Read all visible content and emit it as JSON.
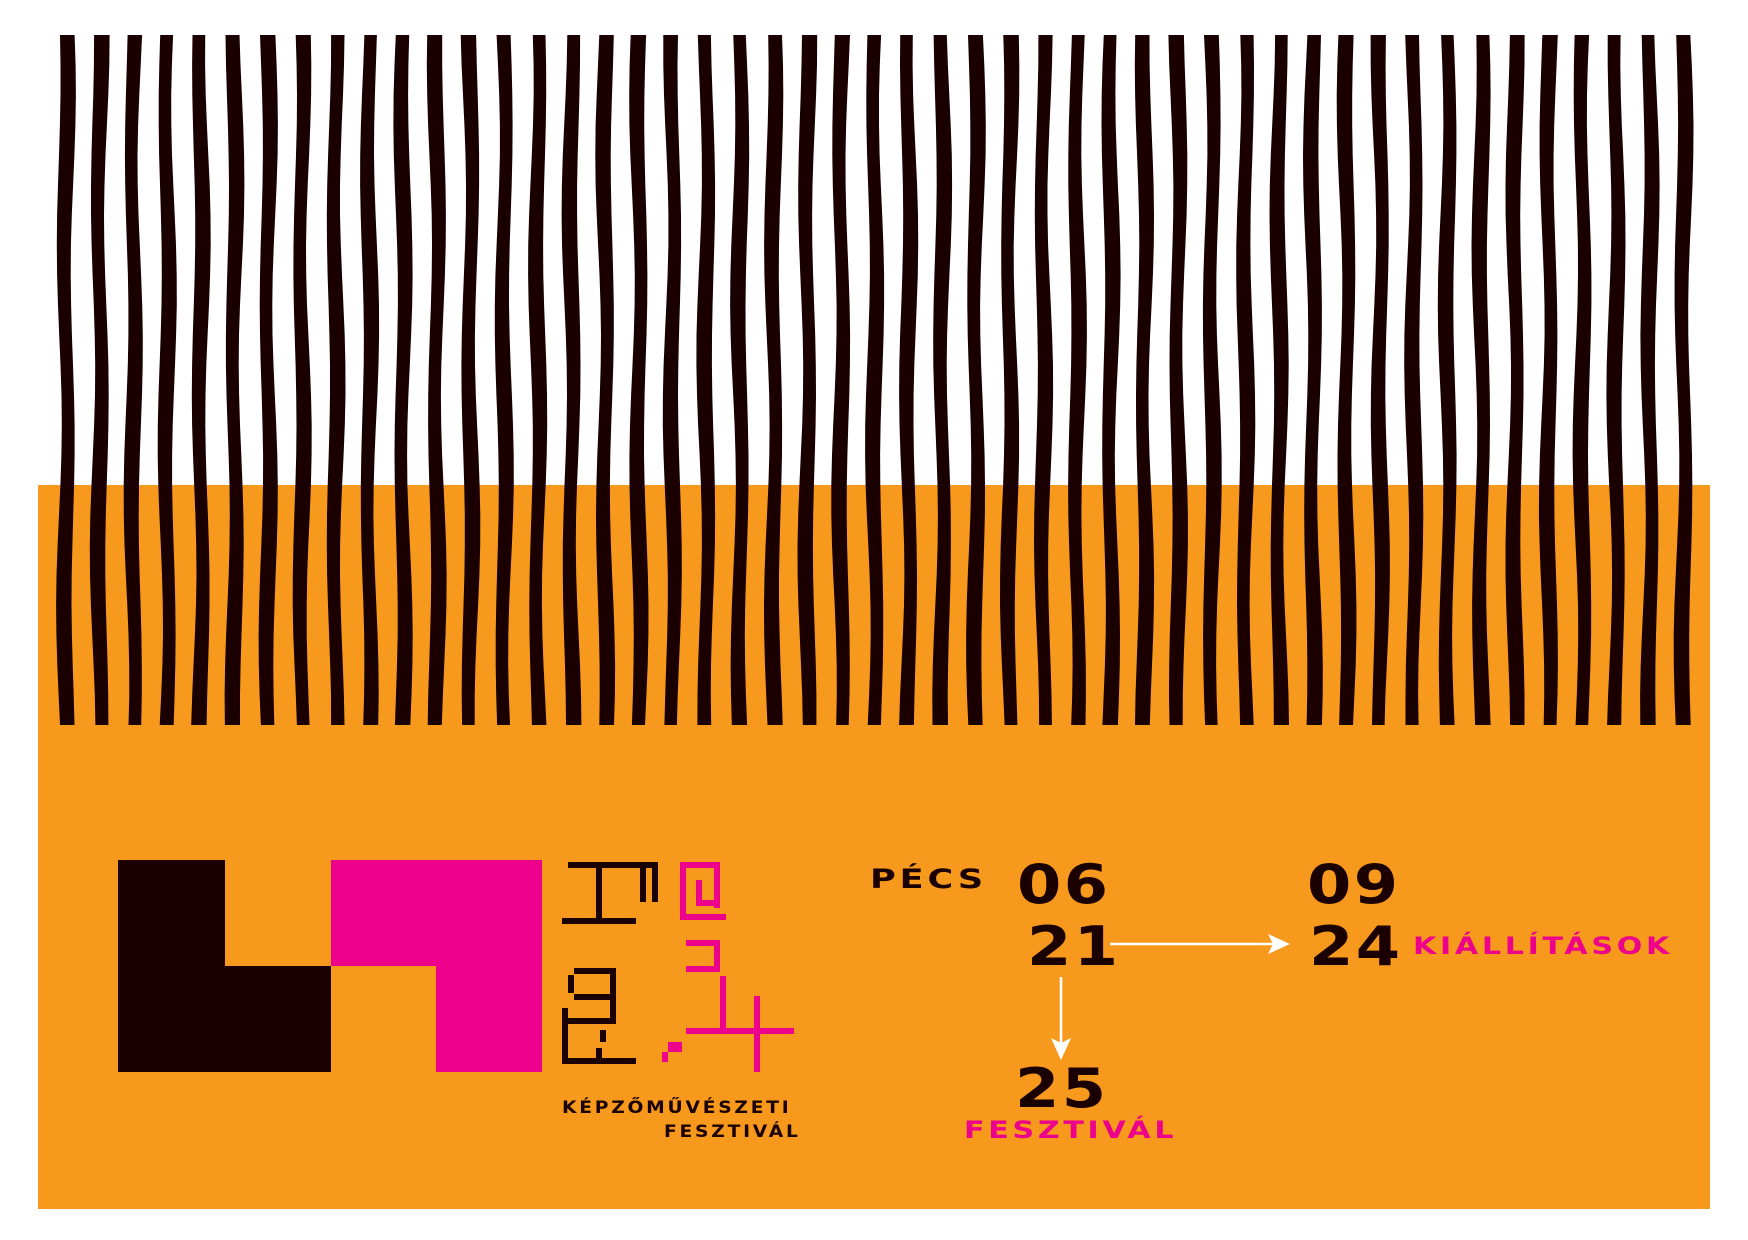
{
  "colors": {
    "orange": "#f7991c",
    "dark": "#1a0000",
    "pink": "#ec008c",
    "white": "#ffffff"
  },
  "logo": {
    "glyph_text": "Nem 24",
    "tagline_line1": "KÉPZŐMŰVÉSZETI",
    "tagline_line2": "FESZTIVÁL"
  },
  "schedule": {
    "city": "PÉCS",
    "start_month": "06",
    "start_day": "21",
    "end_month": "09",
    "end_day": "24",
    "exhibitions_label": "KIÁLLÍTÁSOK",
    "festival_day": "25",
    "festival_label": "FESZTIVÁL"
  }
}
